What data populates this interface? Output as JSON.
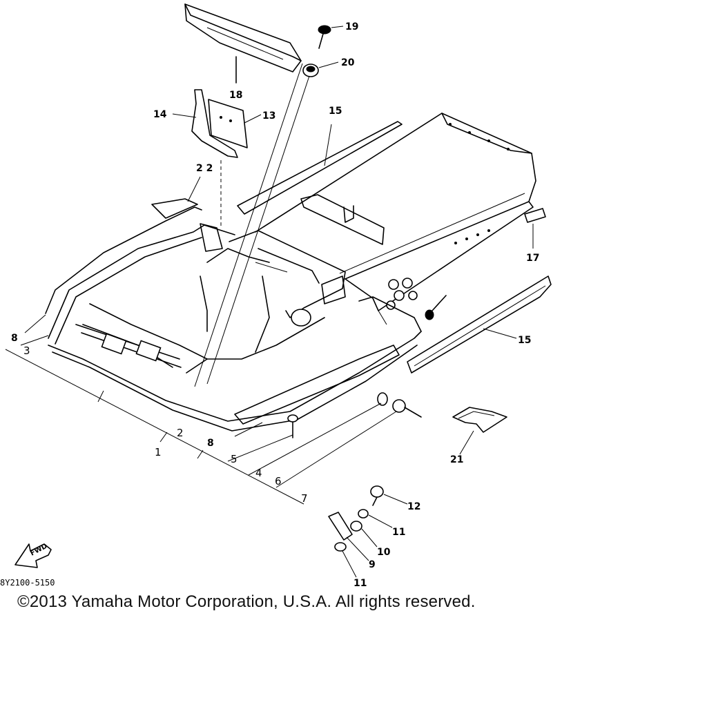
{
  "diagram": {
    "part_labels": {
      "l1": "1",
      "l2": "2",
      "l3": "3",
      "l4": "4",
      "l5": "5",
      "l6": "6",
      "l7": "7",
      "l8a": "8",
      "l8b": "8",
      "l9": "9",
      "l10": "10",
      "l11a": "11",
      "l11b": "11",
      "l12": "12",
      "l13": "13",
      "l14": "14",
      "l15a": "15",
      "l15b": "15",
      "l17": "17",
      "l18": "18",
      "l19": "19",
      "l20": "20",
      "l21": "21",
      "l22": "2 2"
    },
    "fwd_label": "FWD",
    "part_number": "8Y2100-5150"
  },
  "copyright": "©2013 Yamaha Motor Corporation, U.S.A. All rights reserved."
}
